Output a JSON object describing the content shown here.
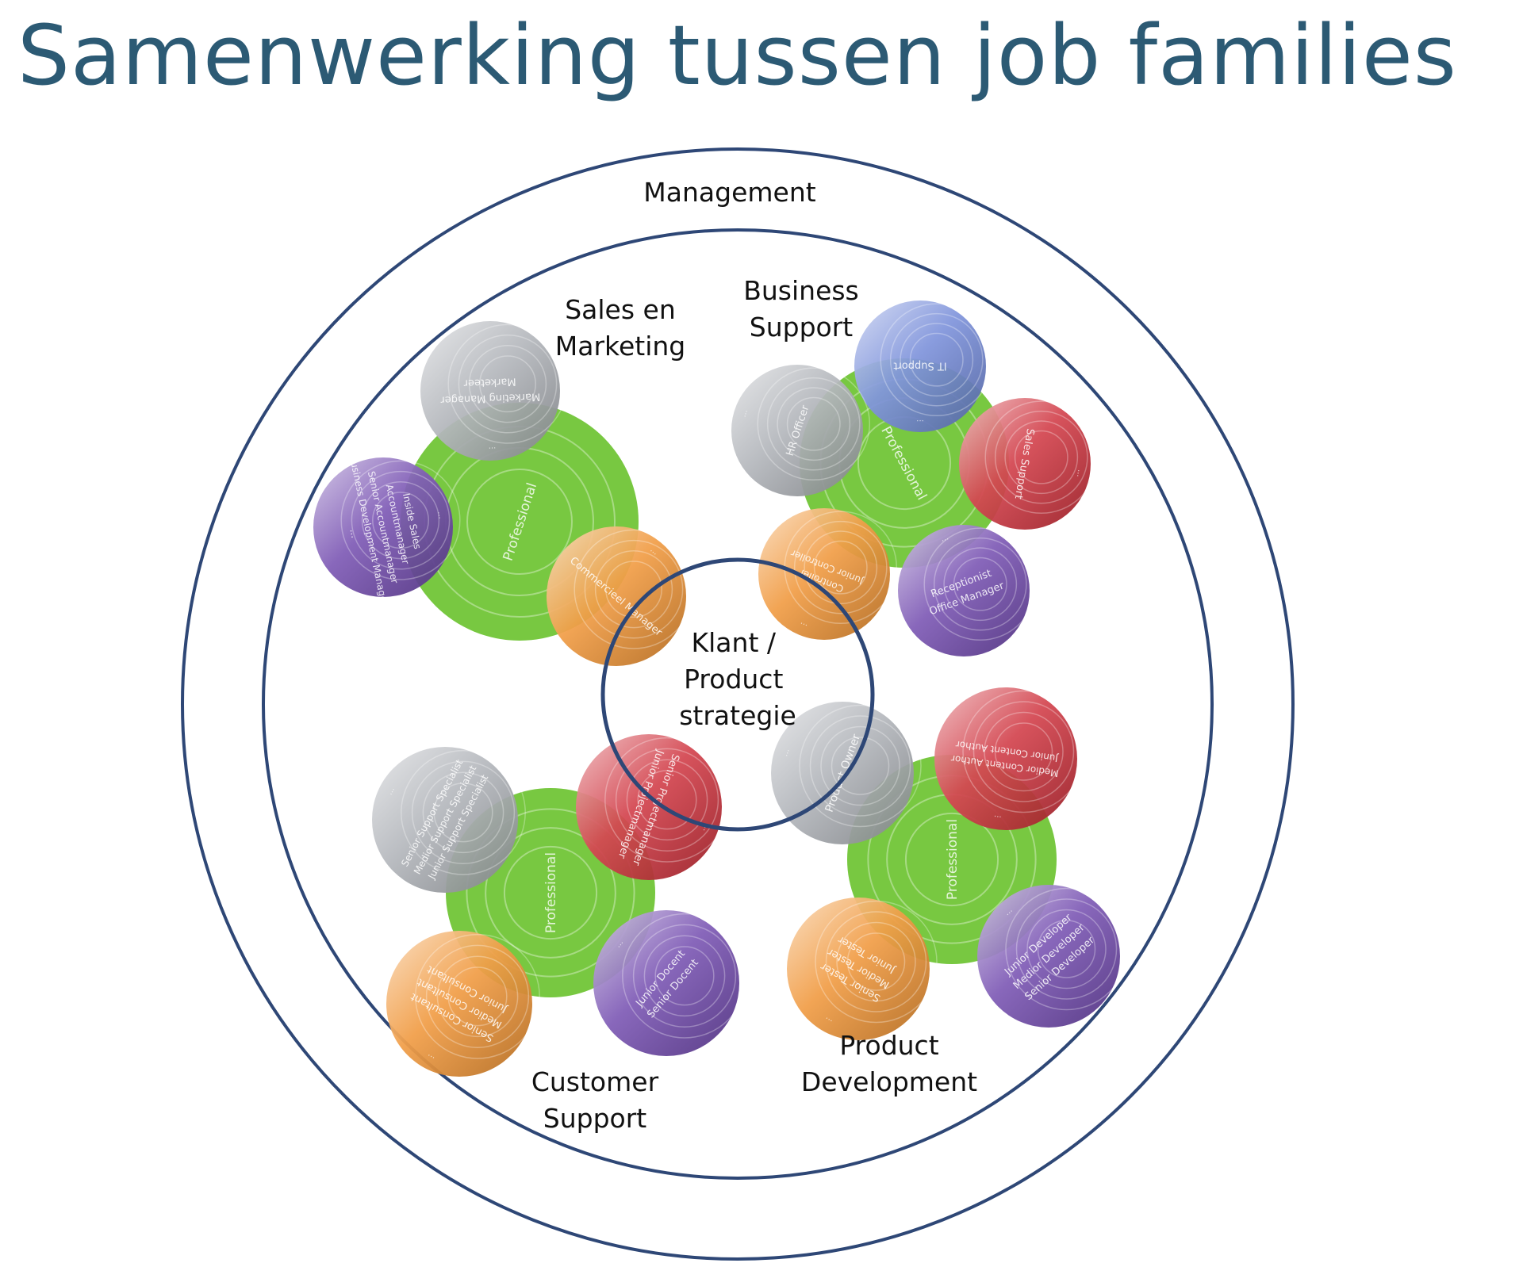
{
  "title": "Samenwerking tussen job families",
  "colors": {
    "title": "#2c5a74",
    "ring": "#2e4776",
    "green": "#78c841",
    "grey": "#a9adb2",
    "blue": "#6c84d6",
    "red": "#cc2833",
    "orange": "#ef8e2a",
    "purple": "#6b41aa"
  },
  "outer_ring": {
    "label": "Management"
  },
  "center": {
    "lines": [
      "Klant /",
      "Product",
      "strategie"
    ]
  },
  "families": [
    {
      "id": "sales",
      "label_lines": [
        "Sales en",
        "Marketing"
      ],
      "core_label": "Professional",
      "bubbles": [
        {
          "color": "grey",
          "roles": [
            "Marketing Manager",
            "Marketeer"
          ]
        },
        {
          "color": "purple",
          "roles": [
            "Inside Sales",
            "Accountmanager",
            "Senior Accountmanager",
            "Business Development Manager",
            "..."
          ]
        },
        {
          "color": "orange",
          "roles": [
            "Commercieel Manager"
          ]
        }
      ]
    },
    {
      "id": "business",
      "label_lines": [
        "Business",
        "Support"
      ],
      "core_label": "Professional",
      "bubbles": [
        {
          "color": "blue",
          "roles": [
            "IT Support"
          ]
        },
        {
          "color": "grey",
          "roles": [
            "HR Officer"
          ]
        },
        {
          "color": "red",
          "roles": [
            "Sales Support"
          ]
        },
        {
          "color": "orange",
          "roles": [
            "Controller",
            "Junior Controller"
          ]
        },
        {
          "color": "purple",
          "roles": [
            "Receptionist",
            "Office Manager"
          ]
        }
      ]
    },
    {
      "id": "customer",
      "label_lines": [
        "Customer",
        "Support"
      ],
      "core_label": "Professional",
      "bubbles": [
        {
          "color": "grey",
          "roles": [
            "Senior Support Specialist",
            "Medior Support Specialist",
            "Junior Support Specialist"
          ]
        },
        {
          "color": "red",
          "roles": [
            "Senior Projectmanager",
            "Junior Projectmanager"
          ]
        },
        {
          "color": "orange",
          "roles": [
            "Senior Consultant",
            "Medior Consultant",
            "Junior Consultant"
          ]
        },
        {
          "color": "purple",
          "roles": [
            "Junior Docent",
            "Senior Docent"
          ]
        }
      ]
    },
    {
      "id": "product",
      "label_lines": [
        "Product",
        "Development"
      ],
      "core_label": "Professional",
      "bubbles": [
        {
          "color": "grey",
          "roles": [
            "Product Owner"
          ]
        },
        {
          "color": "red",
          "roles": [
            "Medior Content Author",
            "Junior Content Author"
          ]
        },
        {
          "color": "orange",
          "roles": [
            "Senior Tester",
            "Medior Tester",
            "Junior Tester"
          ]
        },
        {
          "color": "purple",
          "roles": [
            "Junior Developer",
            "Medior Developer",
            "Senior Developer"
          ]
        }
      ]
    }
  ]
}
